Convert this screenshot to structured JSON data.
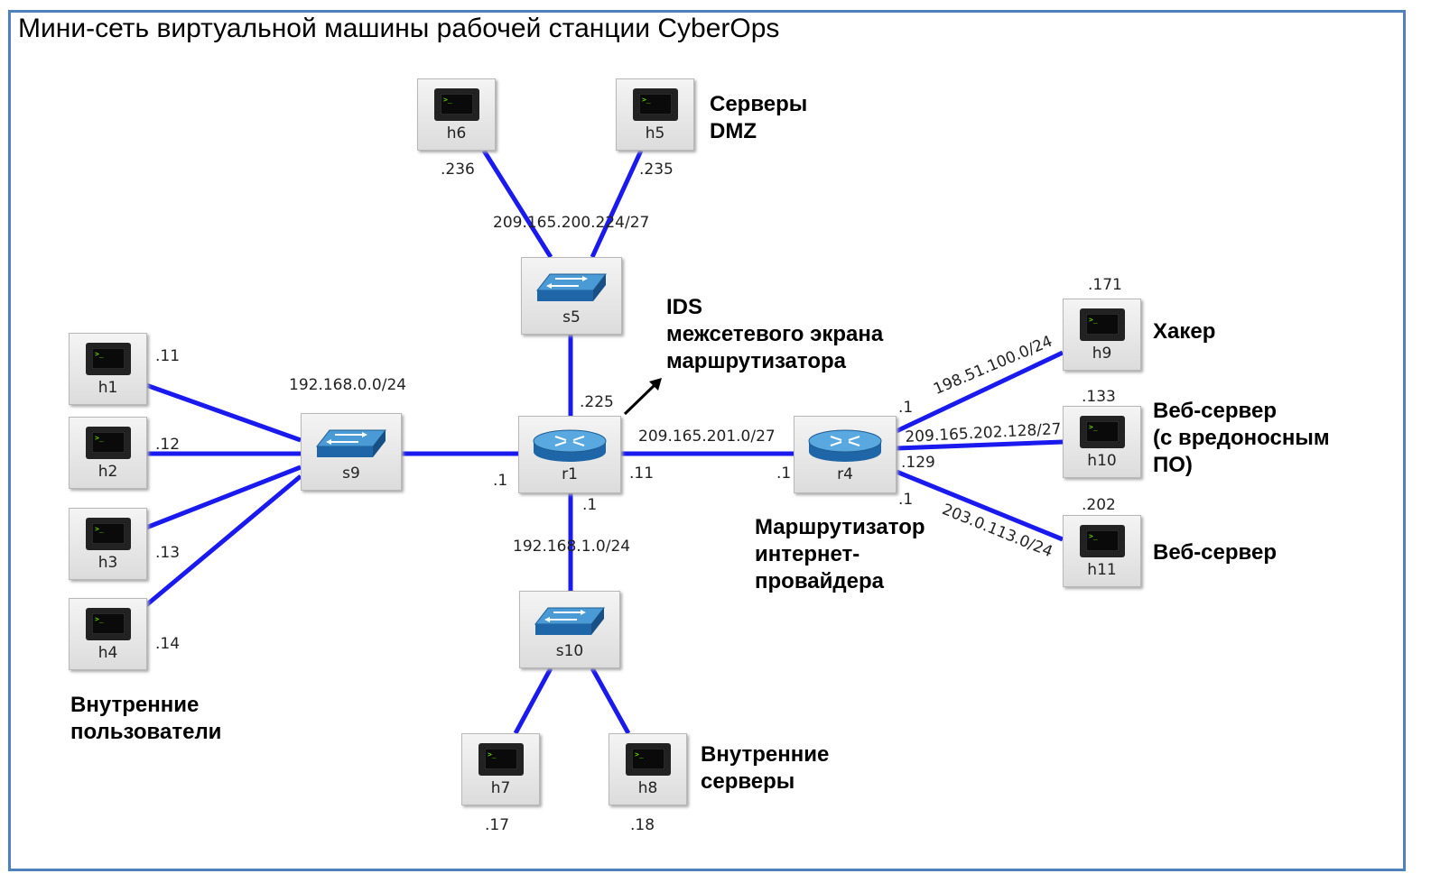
{
  "title": "Мини-сеть виртуальной машины рабочей станции CyberOps",
  "colors": {
    "link": "#1a1aee",
    "frame": "#4f81bd"
  },
  "icons": {
    "host": "terminal-monitor-icon",
    "switch": "network-switch-icon",
    "router": "router-icon"
  },
  "nodes": {
    "h1": "h1",
    "h2": "h2",
    "h3": "h3",
    "h4": "h4",
    "h5": "h5",
    "h6": "h6",
    "h7": "h7",
    "h8": "h8",
    "h9": "h9",
    "h10": "h10",
    "h11": "h11",
    "s5": "s5",
    "s9": "s9",
    "s10": "s10",
    "r1": "r1",
    "r4": "r4"
  },
  "addresses": {
    "h1": ".11",
    "h2": ".12",
    "h3": ".13",
    "h4": ".14",
    "h5": ".235",
    "h6": ".236",
    "h7": ".17",
    "h8": ".18",
    "h9": ".171",
    "h10": ".133",
    "h11": ".202",
    "r1_top": ".225",
    "r1_left": ".1",
    "r1_right": ".11",
    "r1_bottom": ".1",
    "r4_left": ".1",
    "r4_top": ".1",
    "r4_mid": ".129",
    "r4_bottom": ".1"
  },
  "networks": {
    "dmz": "209.165.200.224/27",
    "internal_users": "192.168.0.0/24",
    "internal_servers": "192.168.1.0/24",
    "r1_r4": "209.165.201.0/27",
    "hacker": "198.51.100.0/24",
    "web_malware": "209.165.202.128/27",
    "web": "203.0.113.0/24"
  },
  "labels": {
    "dmz_servers": [
      "Серверы",
      "DMZ"
    ],
    "ids": [
      "IDS",
      "межсетевого экрана",
      "маршрутизатора"
    ],
    "internal_users": [
      "Внутренние",
      "пользователи"
    ],
    "internal_servers": [
      "Внутренние",
      "серверы"
    ],
    "isp_router": [
      "Маршрутизатор",
      "интернет-",
      "провайдера"
    ],
    "hacker": "Хакер",
    "web_malware": [
      "Веб-сервер",
      "(с вредоносным",
      "ПО)"
    ],
    "web_server": "Веб-сервер"
  }
}
